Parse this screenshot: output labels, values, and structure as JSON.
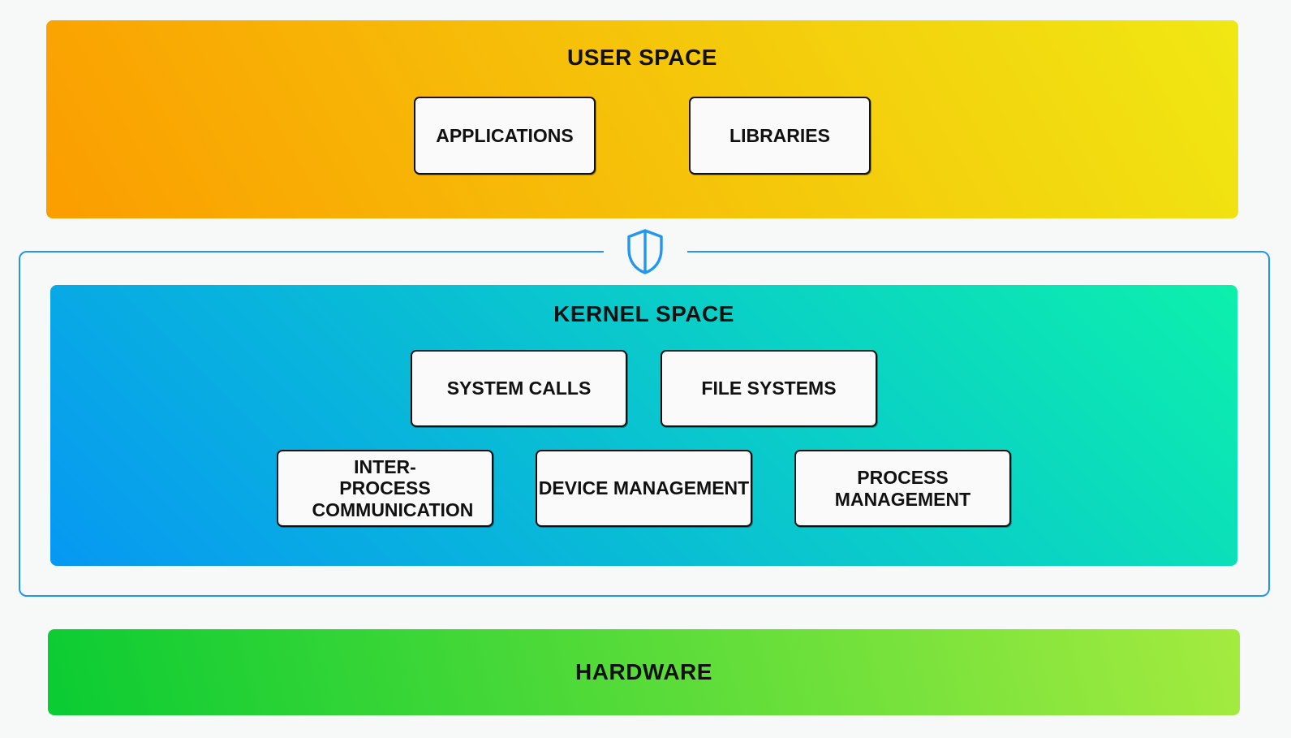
{
  "layers": {
    "user_space": {
      "title": "USER SPACE",
      "boxes": [
        {
          "label": "APPLICATIONS"
        },
        {
          "label": "LIBRARIES"
        }
      ]
    },
    "kernel_space": {
      "title": "KERNEL SPACE",
      "row1": [
        {
          "label": "SYSTEM CALLS"
        },
        {
          "label": "FILE SYSTEMS"
        }
      ],
      "row2": [
        {
          "label": "INTER-PROCESS COMMUNICATION"
        },
        {
          "label": "DEVICE MANAGEMENT"
        },
        {
          "label": "PROCESS MANAGEMENT"
        }
      ]
    },
    "hardware": {
      "title": "HARDWARE"
    }
  },
  "icons": {
    "boundary_icon": "shield-icon"
  },
  "colors": {
    "user-grad-start": "#FB9D00",
    "user-grad-end": "#F0E813",
    "kernel-grad-start": "#0798F3",
    "kernel-grad-end": "#0CF0AC",
    "hardware-grad-start": "#0ACC33",
    "hardware-grad-end": "#A5EB3F",
    "boundary-blue": "#2196F3",
    "box-bg": "#FAFAFA",
    "box-border": "#121212",
    "page-bg": "#F7F8F8",
    "text": "#111111"
  }
}
